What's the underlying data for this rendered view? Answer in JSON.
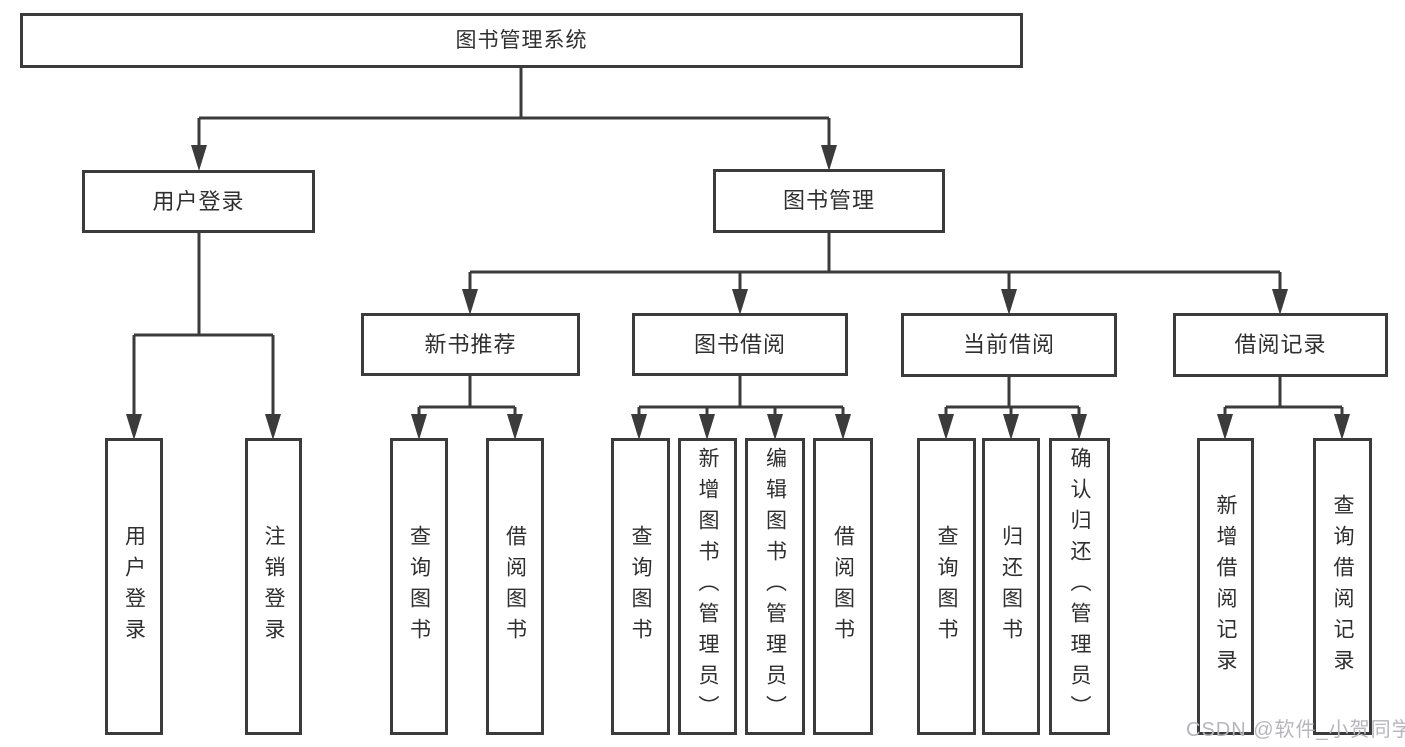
{
  "diagram": {
    "title": "图书管理系统",
    "type": "hierarchy-tree"
  },
  "nodes": {
    "root": "图书管理系统",
    "user_login": "用户登录",
    "book_mgmt": "图书管理",
    "new_book_rec": "新书推荐",
    "book_borrow": "图书借阅",
    "current_borrow": "当前借阅",
    "borrow_records": "借阅记录",
    "leaf_user_login": "用户登录",
    "leaf_logout": "注销登录",
    "leaf_query_book_1": "查询图书",
    "leaf_borrow_book_1": "借阅图书",
    "leaf_query_book_2": "查询图书",
    "leaf_add_book": "新增图书（管理员）",
    "leaf_edit_book": "编辑图书（管理员）",
    "leaf_borrow_book_2": "借阅图书",
    "leaf_query_book_3": "查询图书",
    "leaf_return_book": "归还图书",
    "leaf_confirm_return": "确认归还（管理员）",
    "leaf_add_record": "新增借阅记录",
    "leaf_query_record": "查询借阅记录"
  },
  "watermark": "CSDN @软件_小贺同学",
  "colors": {
    "line": "#3b3b3b",
    "text": "#2f2f2f",
    "watermark": "#b6b6bc",
    "background": "#ffffff"
  }
}
